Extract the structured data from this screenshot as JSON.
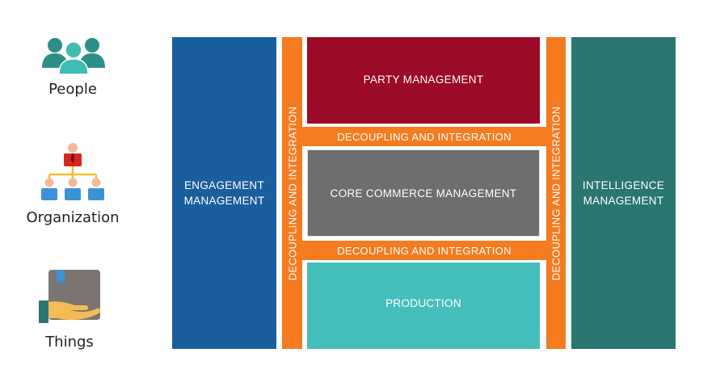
{
  "entities": {
    "people": "People",
    "organization": "Organization",
    "things": "Things"
  },
  "blocks": {
    "engagement": "ENGAGEMENT MANAGEMENT",
    "party": "PARTY MANAGEMENT",
    "core_commerce": "CORE COMMERCE MANAGEMENT",
    "production": "PRODUCTION",
    "intelligence": "INTELLIGENCE MANAGEMENT",
    "decoupling_left": "DECOUPLING AND INTEGRATION",
    "decoupling_top": "DECOUPLING AND INTEGRATION",
    "decoupling_bottom": "DECOUPLING AND INTEGRATION",
    "decoupling_right": "DECOUPLING AND INTEGRATION"
  },
  "colors": {
    "engagement": "#1a5e9e",
    "party": "#9b0a26",
    "core_commerce": "#6e6e6e",
    "production": "#45bfbb",
    "intelligence": "#2a7670",
    "decoupling": "#f47b20",
    "people_icon": "#2b8f86",
    "org_head": "#d9241f",
    "org_staff": "#3a93d6",
    "org_lines": "#f3c12e",
    "box": "#7b7470",
    "hand": "#f5bb55"
  },
  "icons": {
    "people": "people-group-icon",
    "organization": "org-chart-icon",
    "things": "box-in-hand-icon"
  }
}
